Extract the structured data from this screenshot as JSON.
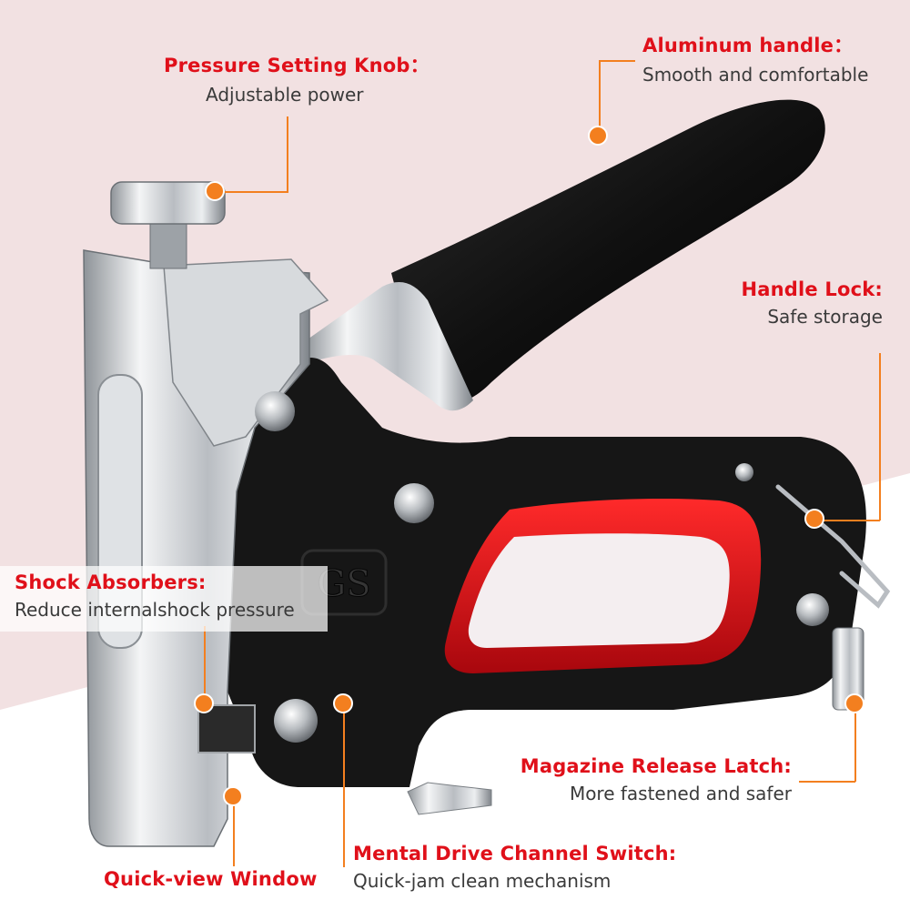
{
  "colors": {
    "background_top": "#f2e1e2",
    "background_bottom": "#ffffff",
    "title_red": "#e0101a",
    "marker_orange": "#f37f1f",
    "handle_black": "#141414",
    "grip_red": "#d8101a",
    "steel": "#c9ccd0"
  },
  "product": {
    "brand_mark": "GS"
  },
  "callouts": {
    "pressure_knob": {
      "title": "Pressure Setting Knob：",
      "desc": "Adjustable power"
    },
    "aluminum_handle": {
      "title": "Aluminum handle：",
      "desc": "Smooth and comfortable"
    },
    "handle_lock": {
      "title": "Handle Lock:",
      "desc": "Safe storage"
    },
    "shock_absorbers": {
      "title": "Shock Absorbers:",
      "desc": "Reduce internalshock pressure"
    },
    "magazine_latch": {
      "title": "Magazine Release Latch:",
      "desc": "More fastened and safer"
    },
    "drive_channel": {
      "title": "Mental Drive Channel Switch:",
      "desc": "Quick-jam clean mechanism"
    },
    "quick_view": {
      "title": "Quick-view Window",
      "desc": ""
    }
  }
}
